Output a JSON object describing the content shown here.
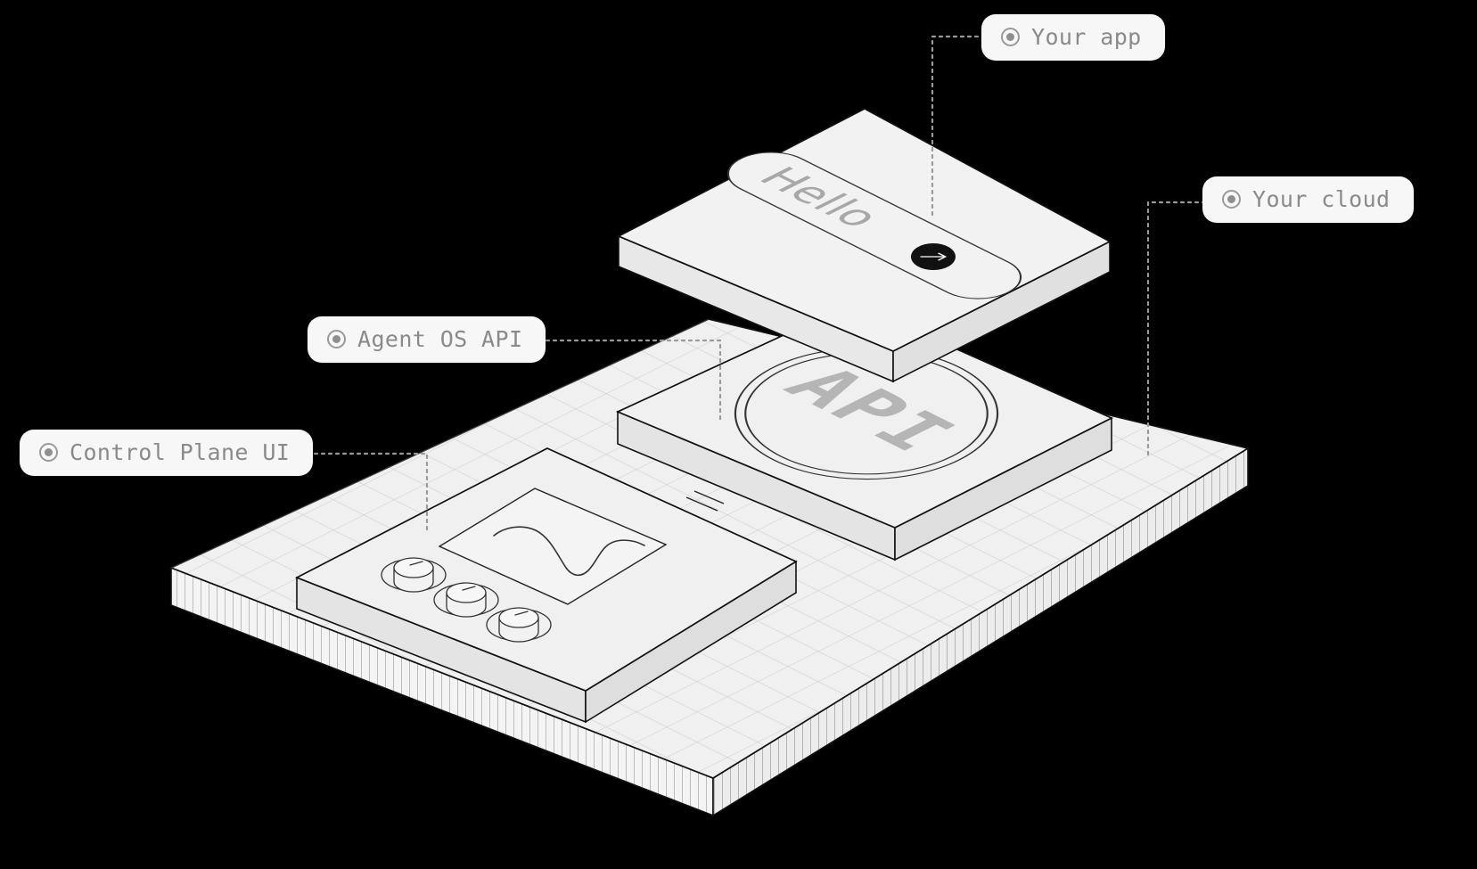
{
  "diagram": {
    "title": "Agent OS stack — isometric exploded layer diagram",
    "background_color": "#000000",
    "surface_color": "#f0f0f0",
    "line_color": "#1a1a1a",
    "badge_color": "#f7f7f7",
    "badge_text_color": "#8a8a8a",
    "leader_line_color": "#9a9a9a"
  },
  "callouts": [
    {
      "id": "your-app",
      "label": "Your app",
      "icon": "radio-filled-icon",
      "leader": "vertical-dotted-down-to-app-card"
    },
    {
      "id": "your-cloud",
      "label": "Your cloud",
      "icon": "radio-filled-icon",
      "leader": "vertical-dotted-down-to-base-platform"
    },
    {
      "id": "agent-os-api",
      "label": "Agent OS API",
      "icon": "radio-filled-icon",
      "leader": "horizontal-then-vertical-dotted-to-api-slab"
    },
    {
      "id": "control-plane-ui",
      "label": "Control Plane UI",
      "icon": "radio-filled-icon",
      "leader": "horizontal-then-vertical-dotted-to-control-panel"
    }
  ],
  "layers": {
    "app_card": {
      "name": "Your app card",
      "prompt_field_text": "Hello",
      "send_button_icon": "arrow-up-right-icon",
      "send_button_color": "#111111"
    },
    "api_slab": {
      "name": "Agent OS API slab",
      "disc_label": "API",
      "disc_style": "double-ring"
    },
    "control_panel": {
      "name": "Control Plane UI panel",
      "screen_content": "waveform-chart",
      "knob_count": 3,
      "knobs": [
        "knob-1",
        "knob-2",
        "knob-3"
      ]
    },
    "base_platform": {
      "name": "Your cloud base platform",
      "surface": "grid",
      "edge": "ribbed-fins"
    }
  }
}
